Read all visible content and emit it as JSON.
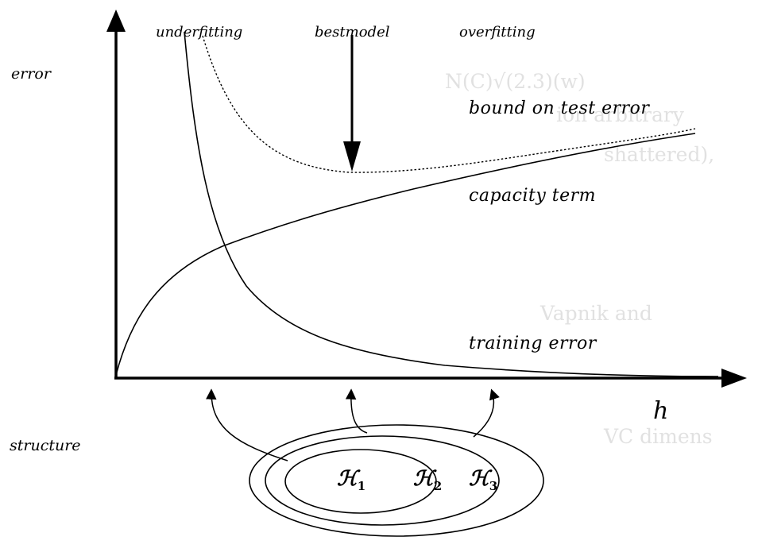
{
  "labels": {
    "y_axis": "error",
    "x_axis": "h",
    "underfitting": "underfitting",
    "best_model": "bestmodel",
    "overfitting": "overfitting",
    "bound_curve": "bound on test error",
    "capacity_curve": "capacity term",
    "training_curve": "training error",
    "structure": "structure"
  },
  "hypothesis_sets": [
    {
      "symbol": "ℋ",
      "index": "1"
    },
    {
      "symbol": "ℋ",
      "index": "2"
    },
    {
      "symbol": "ℋ",
      "index": "3"
    }
  ]
}
